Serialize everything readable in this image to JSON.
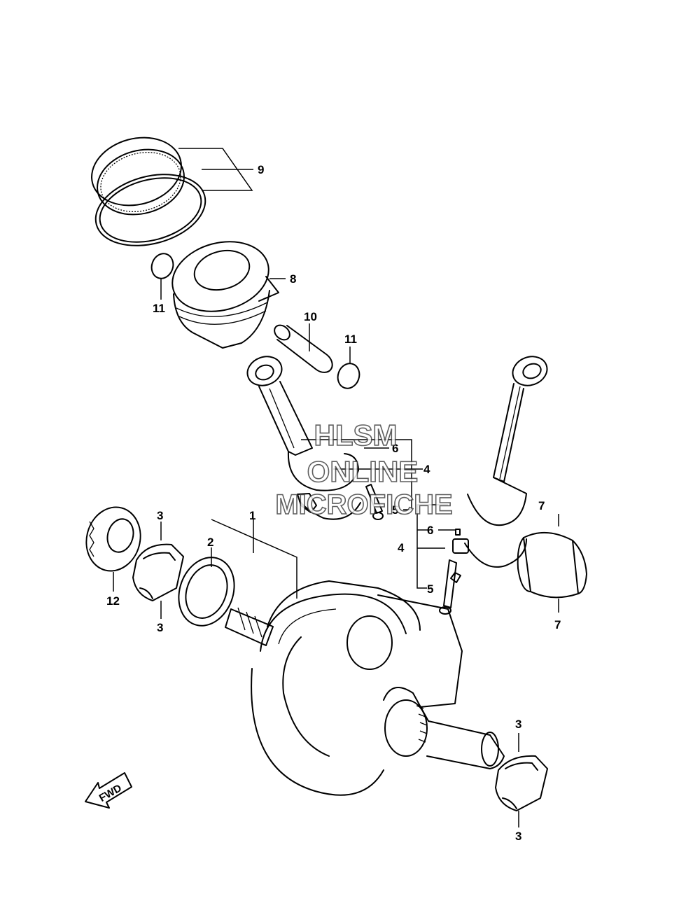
{
  "callouts": {
    "c1": "1",
    "c2": "2",
    "c3a": "3",
    "c3b": "3",
    "c3c": "3",
    "c3d": "3",
    "c4a": "4",
    "c4b": "4",
    "c5a": "5",
    "c5b": "5",
    "c6a": "6",
    "c6b": "6",
    "c7a": "7",
    "c7b": "7",
    "c8": "8",
    "c9": "9",
    "c10": "10",
    "c11a": "11",
    "c11b": "11",
    "c12": "12"
  },
  "watermark": {
    "line1": "HLSM",
    "line2": "ONLINE",
    "line3": "MICROFICHE"
  },
  "direction_arrow": {
    "label": "FWD",
    "icon": "fwd-arrow-icon"
  }
}
